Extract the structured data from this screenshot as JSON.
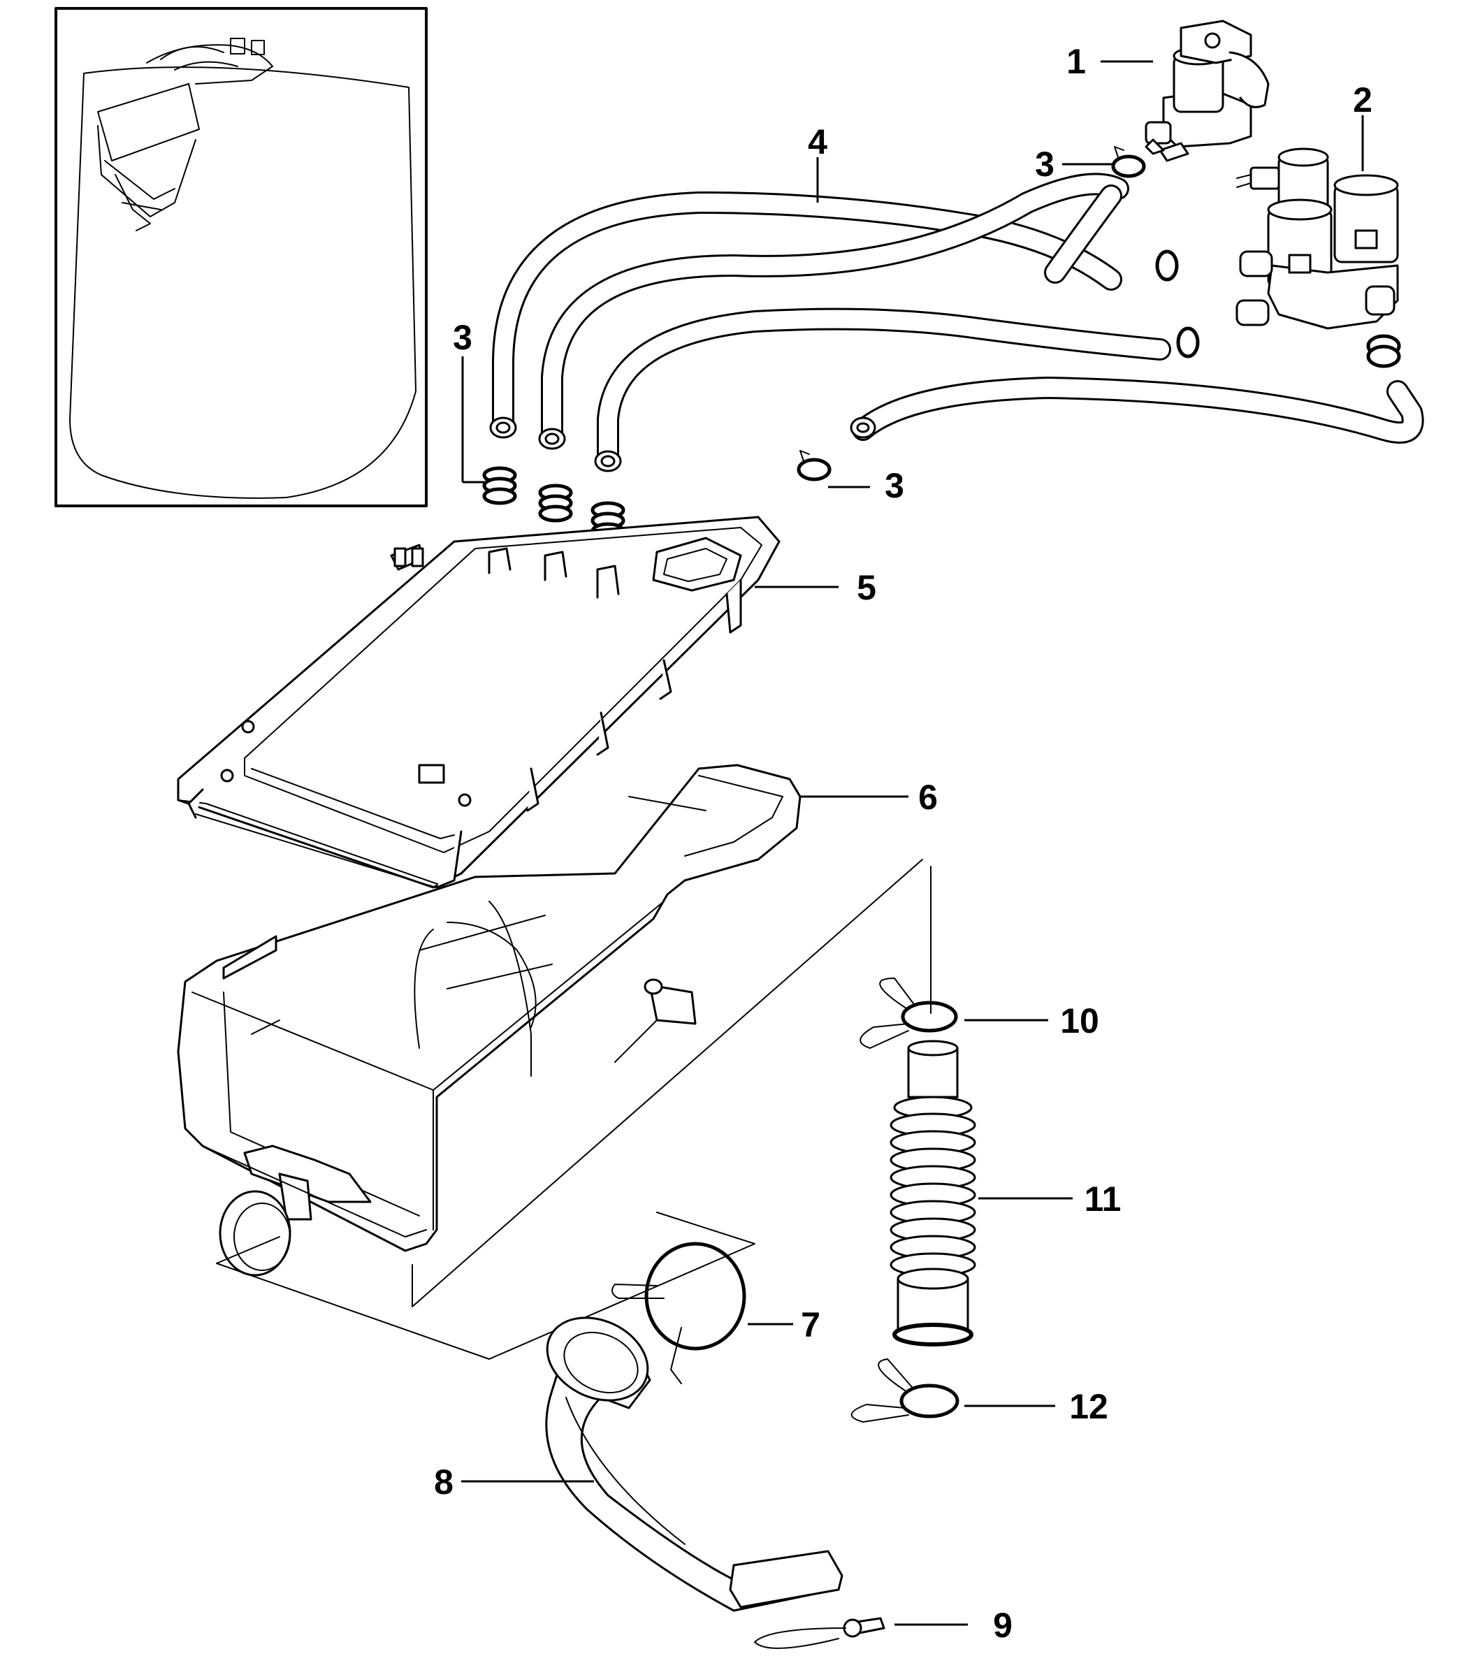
{
  "diagram": {
    "callouts": [
      {
        "id": "1",
        "text": "1"
      },
      {
        "id": "2",
        "text": "2"
      },
      {
        "id": "3a",
        "text": "3"
      },
      {
        "id": "3b",
        "text": "3"
      },
      {
        "id": "3c",
        "text": "3"
      },
      {
        "id": "4",
        "text": "4"
      },
      {
        "id": "5",
        "text": "5"
      },
      {
        "id": "6",
        "text": "6"
      },
      {
        "id": "7",
        "text": "7"
      },
      {
        "id": "8",
        "text": "8"
      },
      {
        "id": "9",
        "text": "9"
      },
      {
        "id": "10",
        "text": "10"
      },
      {
        "id": "11",
        "text": "11"
      },
      {
        "id": "12",
        "text": "12"
      }
    ]
  }
}
